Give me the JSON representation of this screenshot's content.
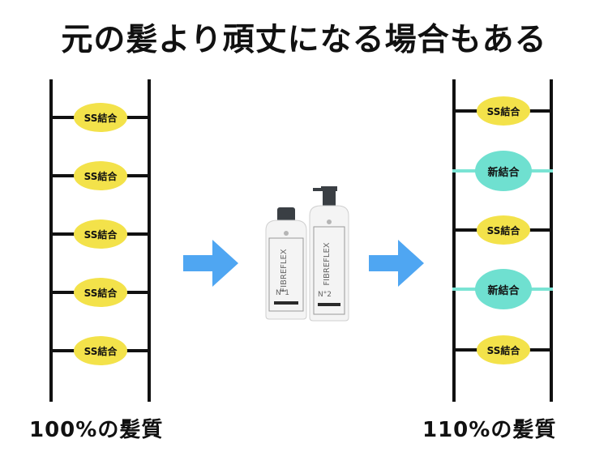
{
  "title": "元の髪より頑丈になる場合もある",
  "left_ladder": {
    "caption": "100%の髪質",
    "bonds": [
      "SS結合",
      "SS結合",
      "SS結合",
      "SS結合",
      "SS結合"
    ]
  },
  "right_ladder": {
    "caption": "110%の髪質",
    "bonds": [
      "SS結合",
      "新結合",
      "SS結合",
      "新結合",
      "SS結合"
    ]
  },
  "product": {
    "brand": "FIBREFLEX",
    "bottle_1_number": "N°1",
    "bottle_2_number": "N°2"
  },
  "colors": {
    "ss_bond": "#f3e24a",
    "new_bond": "#6fe0d0",
    "new_rung": "#7ae4d4",
    "arrow": "#4fa6f2"
  }
}
